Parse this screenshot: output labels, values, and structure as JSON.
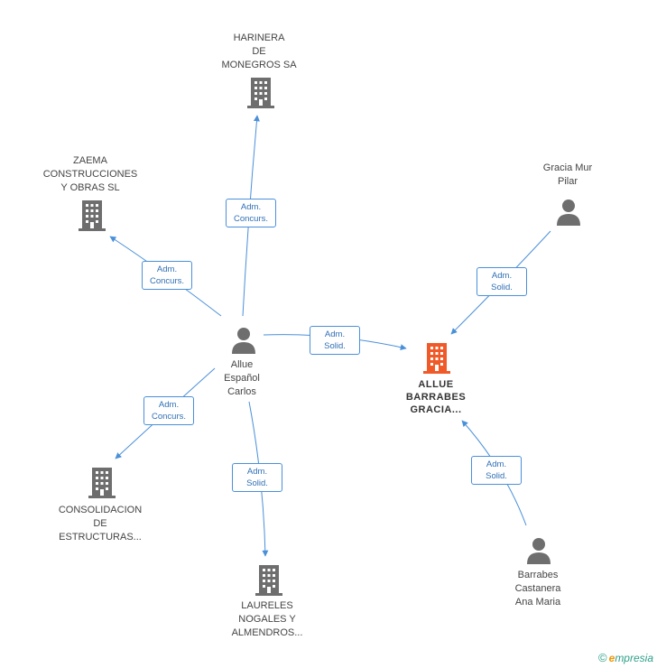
{
  "colors": {
    "edge": "#4a90d9",
    "node_grey": "#6e6e6e",
    "node_focus": "#f05a28"
  },
  "nodes": {
    "harinera": {
      "lines": [
        "HARINERA",
        "DE",
        "MONEGROS SA"
      ],
      "icon": "building-icon"
    },
    "zaema": {
      "lines": [
        "ZAEMA",
        "CONSTRUCCIONES",
        "Y OBRAS SL"
      ],
      "icon": "building-icon"
    },
    "gracia_mur": {
      "lines": [
        "Gracia Mur",
        "Pilar"
      ],
      "icon": "person-icon"
    },
    "allue_espanol": {
      "lines": [
        "Allue",
        "Español",
        "Carlos"
      ],
      "icon": "person-icon"
    },
    "allue_barrabes": {
      "lines": [
        "ALLUE",
        "BARRABES",
        "GRACIA..."
      ],
      "icon": "building-icon"
    },
    "consolidacion": {
      "lines": [
        "CONSOLIDACION",
        "DE",
        "ESTRUCTURAS..."
      ],
      "icon": "building-icon"
    },
    "laureles": {
      "lines": [
        "LAURELES",
        "NOGALES Y",
        "ALMENDROS..."
      ],
      "icon": "building-icon"
    },
    "barrabes_castanera": {
      "lines": [
        "Barrabes",
        "Castanera",
        "Ana Maria"
      ],
      "icon": "person-icon"
    }
  },
  "edges": [
    {
      "id": "e-harinera",
      "label": [
        "Adm.",
        "Concurs."
      ]
    },
    {
      "id": "e-zaema",
      "label": [
        "Adm.",
        "Concurs."
      ]
    },
    {
      "id": "e-allue",
      "label": [
        "Adm.",
        "Solid."
      ]
    },
    {
      "id": "e-gracia",
      "label": [
        "Adm.",
        "Solid."
      ]
    },
    {
      "id": "e-consolidacion",
      "label": [
        "Adm.",
        "Concurs."
      ]
    },
    {
      "id": "e-laureles",
      "label": [
        "Adm.",
        "Solid."
      ]
    },
    {
      "id": "e-barrabes",
      "label": [
        "Adm.",
        "Solid."
      ]
    }
  ],
  "footer": {
    "copyright": "©",
    "brand_first": "e",
    "brand_rest": "mpresia"
  }
}
